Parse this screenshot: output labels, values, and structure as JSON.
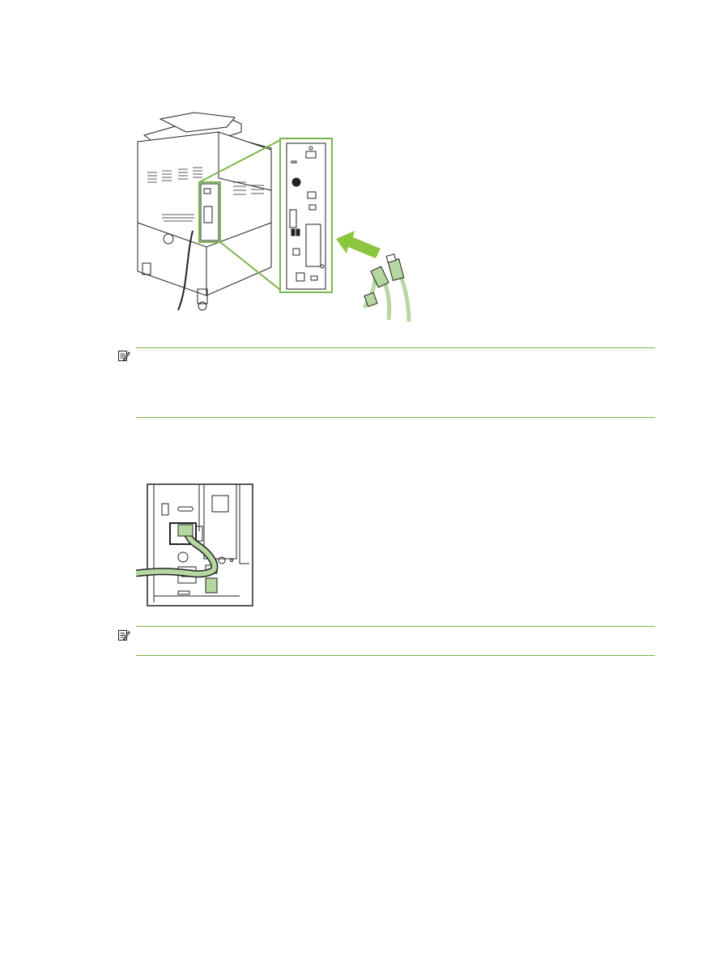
{
  "colors": {
    "accent": "#7ab648",
    "cable": "#b5d7a0",
    "arrow": "#8cc63f",
    "line": "#222222"
  },
  "figures": [
    {
      "name": "printer-rear-ports-illustration",
      "icon": "printer-with-port-callout"
    },
    {
      "name": "network-cable-connection-illustration",
      "icon": "network-port-closeup"
    }
  ],
  "notes": [
    {
      "icon": "note-icon"
    },
    {
      "icon": "note-icon"
    }
  ]
}
